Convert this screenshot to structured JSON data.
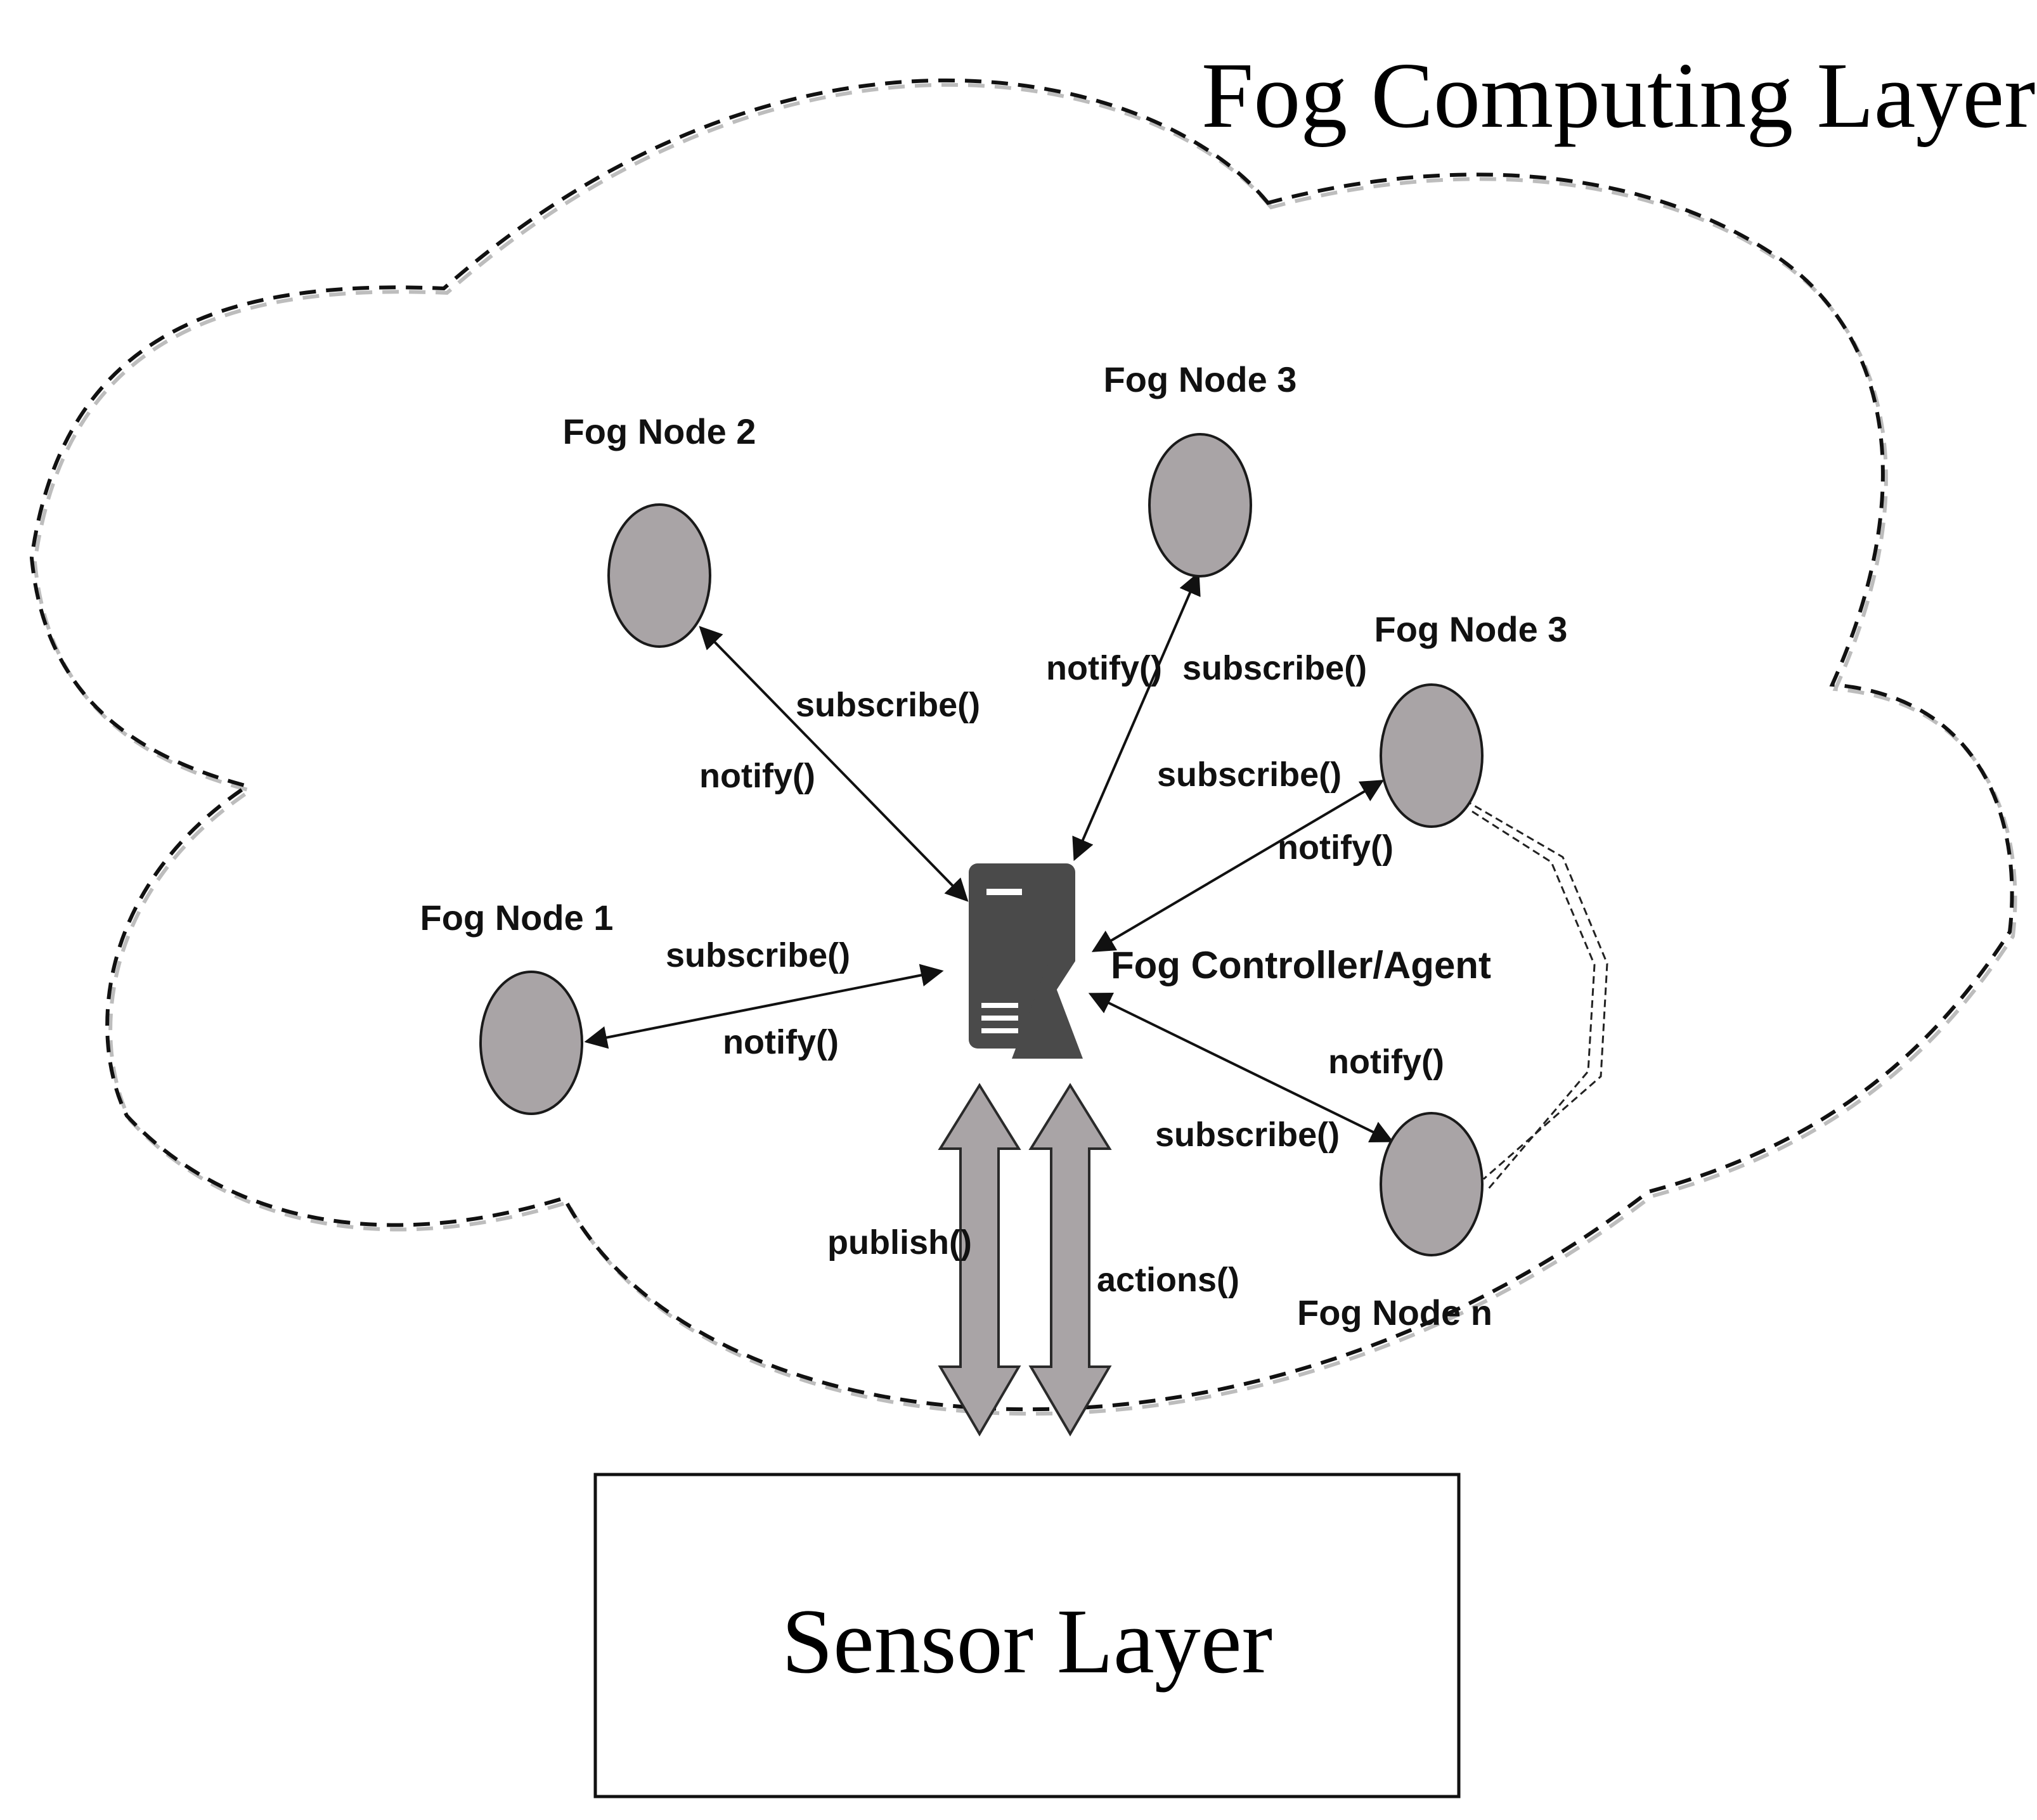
{
  "title": "Fog Computing Layer",
  "sensor_layer": "Sensor Layer",
  "controller": {
    "label": "Fog Controller/Agent",
    "icon": "server-with-triangle-icon"
  },
  "nodes": [
    {
      "id": "node1",
      "label": "Fog Node 1"
    },
    {
      "id": "node2",
      "label": "Fog Node 2"
    },
    {
      "id": "node3a",
      "label": "Fog Node 3"
    },
    {
      "id": "node3b",
      "label": "Fog Node 3"
    },
    {
      "id": "noden",
      "label": "Fog Node n"
    }
  ],
  "edge_labels": {
    "node2_subscribe": "subscribe()",
    "node2_notify": "notify()",
    "node3a_notify": "notify()",
    "node3a_subscribe": "subscribe()",
    "node3b_subscribe": "subscribe()",
    "node3b_notify": "notify()",
    "node1_subscribe": "subscribe()",
    "node1_notify": "notify()",
    "noden_notify": "notify()",
    "noden_subscribe": "subscribe()",
    "publish": "publish()",
    "actions": "actions()"
  },
  "colors": {
    "node_fill": "#a9a4a6",
    "server_fill": "#4a4a4a",
    "big_arrow_fill": "#a9a4a6",
    "cloud_stroke": "#000000"
  }
}
